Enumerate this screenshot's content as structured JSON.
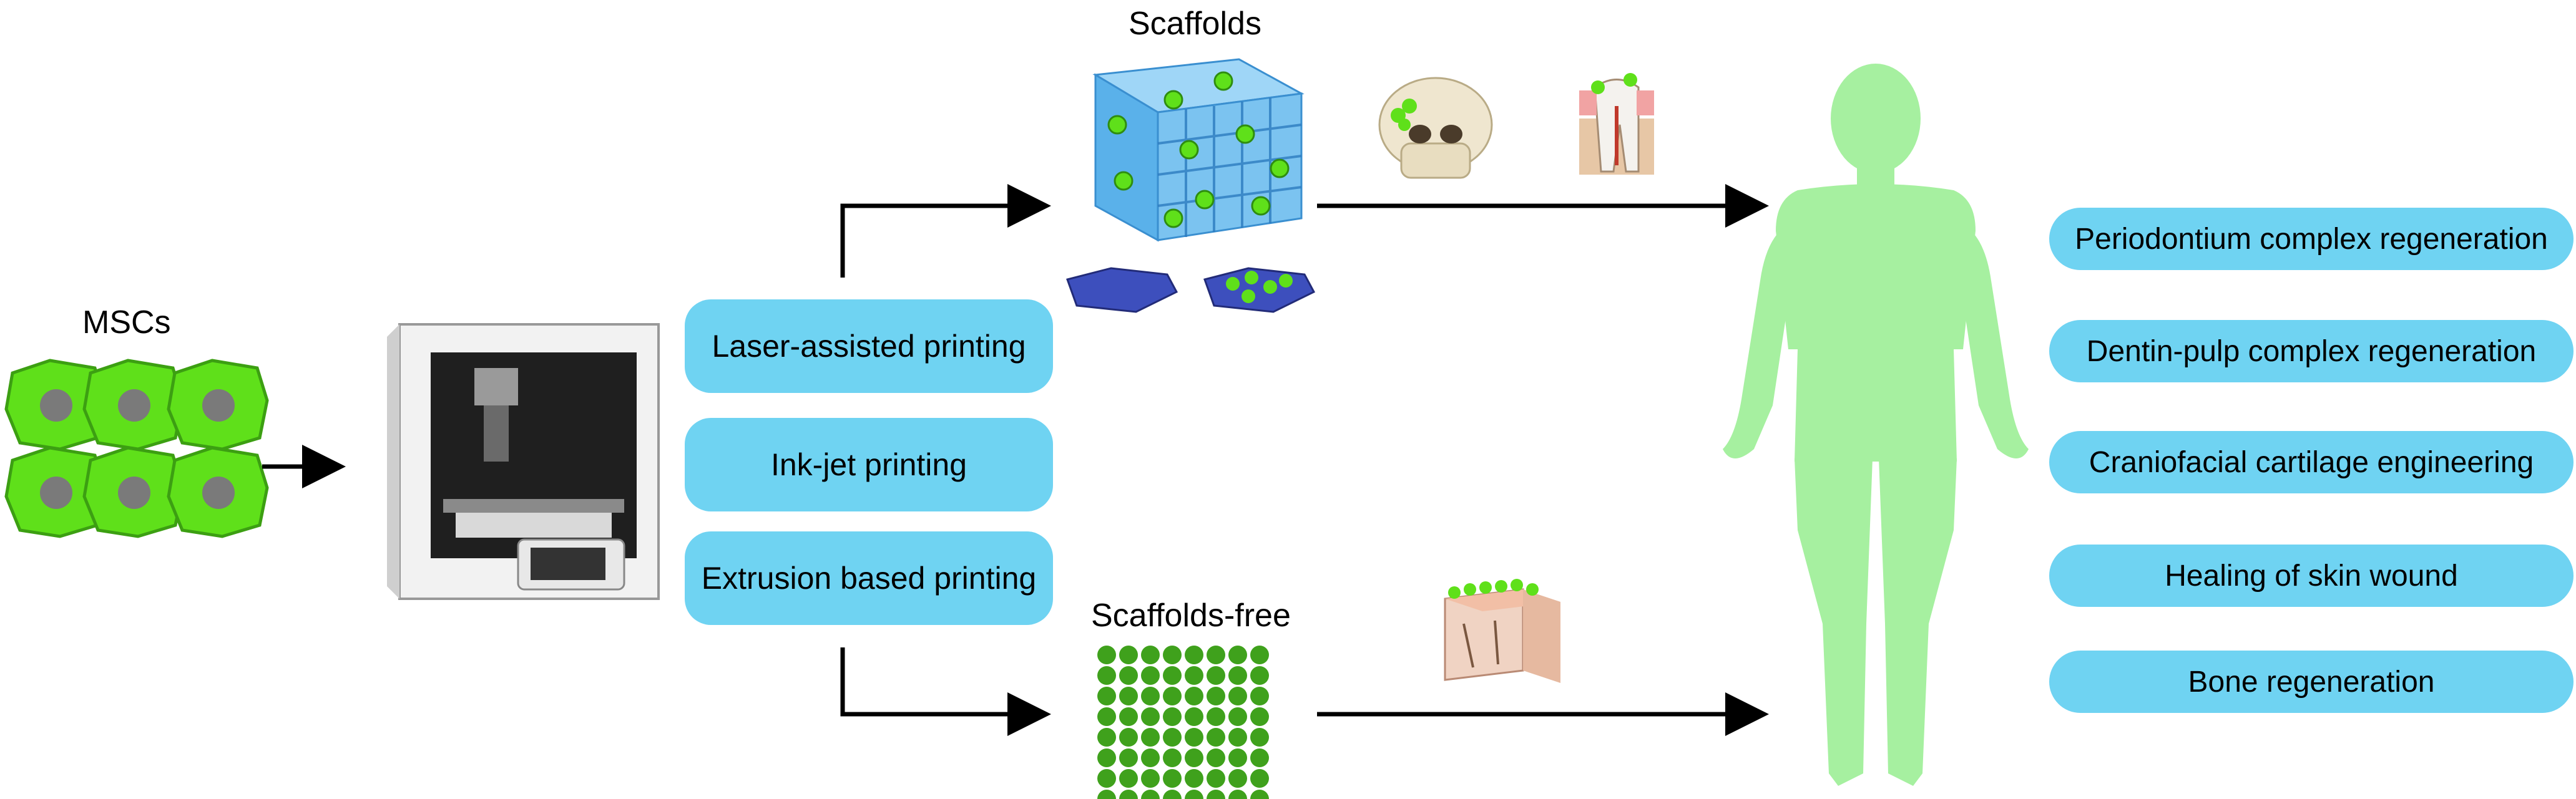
{
  "labels": {
    "mscs": "MSCs",
    "scaffolds": "Scaffolds",
    "scaffolds_free": "Scaffolds-free"
  },
  "methods": [
    "Laser-assisted printing",
    "Ink-jet printing",
    "Extrusion based printing"
  ],
  "outcomes": [
    "Periodontium complex regeneration",
    "Dentin-pulp complex regeneration",
    "Craniofacial cartilage engineering",
    "Healing of skin wound",
    "Bone regeneration"
  ],
  "colors": {
    "pill": "#6fd3f2",
    "cell": "#5fe01a",
    "nucleus": "#7a7a7a",
    "spheroid": "#3fa11c",
    "human": "#a6f0a0",
    "scaffold": "#4aa8e6"
  }
}
